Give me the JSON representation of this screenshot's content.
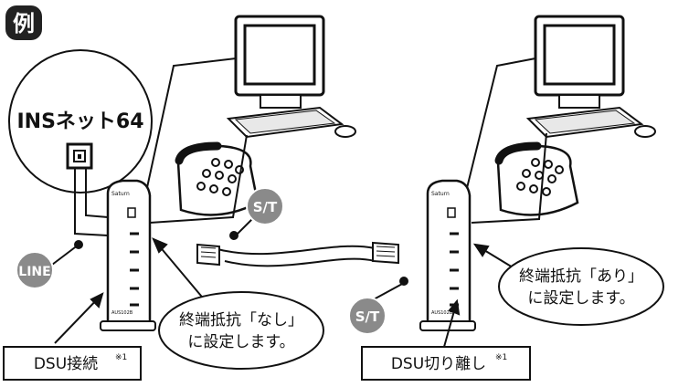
{
  "example_badge": "例",
  "line_network": "INSネット64",
  "labels": {
    "line": "LINE",
    "st_left": "S/T",
    "st_right": "S/T"
  },
  "callouts": {
    "left_line1": "終端抵抗「なし」",
    "left_line2": "に設定します。",
    "right_line1": "終端抵抗「あり」",
    "right_line2": "に設定します。"
  },
  "boxes": {
    "left": "DSU接続",
    "right": "DSU切り離し",
    "footnote_mark": "※1"
  },
  "device_brand": "Saturn",
  "device_model": "AUS102B",
  "colors": {
    "badge_bg": "#222222",
    "mark_bg": "#8a8a8a",
    "line": "#111111",
    "screen": "#ffffff"
  }
}
